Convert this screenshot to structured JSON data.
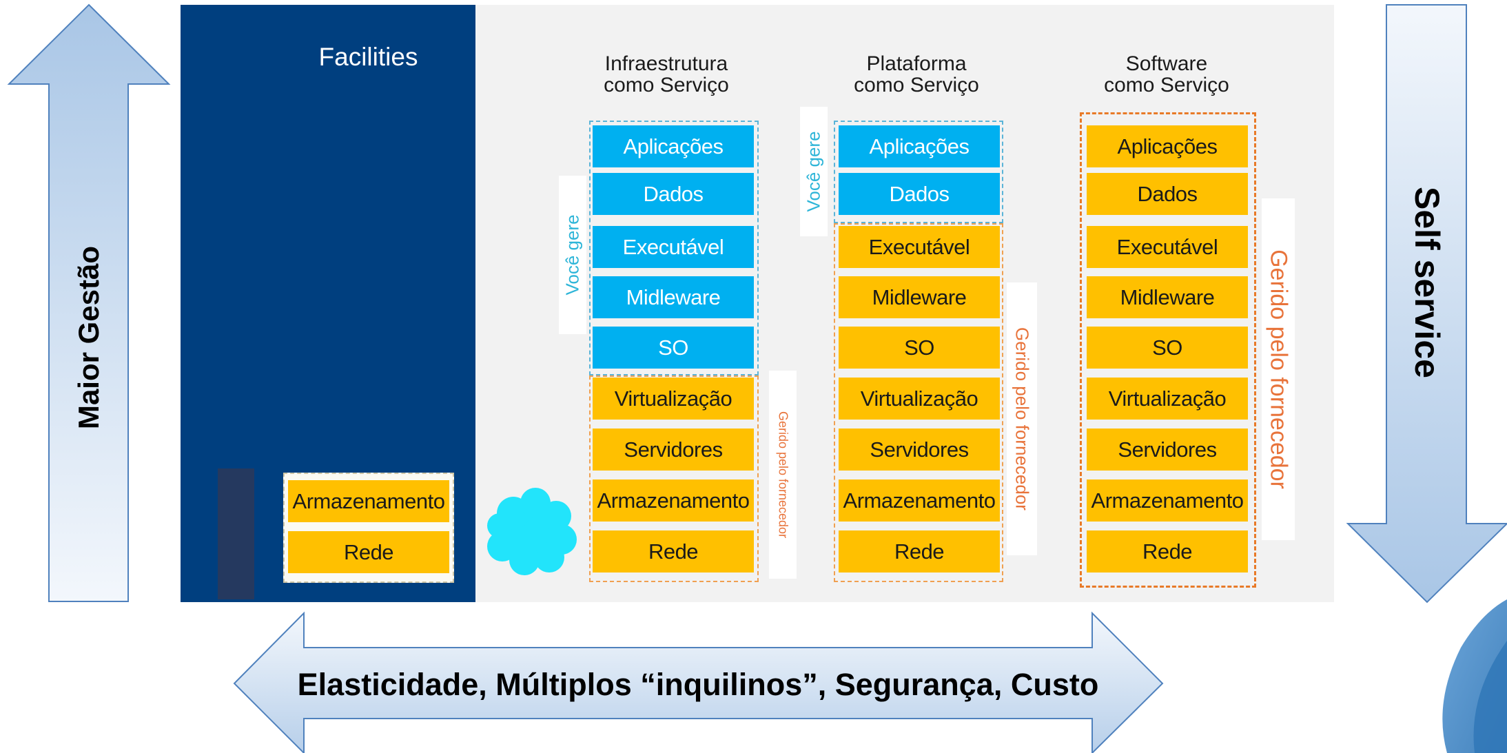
{
  "facilities": {
    "title": "Facilities",
    "boxes": [
      "Armazenamento",
      "Rede"
    ]
  },
  "columns": [
    {
      "title_line1": "Infraestrutura",
      "title_line2": "como Serviço",
      "user_label": "Você gere",
      "provider_label": "Gerido pelo fornecedor",
      "layers": [
        "Aplicações",
        "Dados",
        "Executável",
        "Midleware",
        "SO",
        "Virtualização",
        "Servidores",
        "Armazenamento",
        "Rede"
      ],
      "user_managed_count": 5
    },
    {
      "title_line1": "Plataforma",
      "title_line2": "como Serviço",
      "user_label": "Você gere",
      "provider_label": "Gerido pelo fornecedor",
      "layers": [
        "Aplicações",
        "Dados",
        "Executável",
        "Midleware",
        "SO",
        "Virtualização",
        "Servidores",
        "Armazenamento",
        "Rede"
      ],
      "user_managed_count": 2
    },
    {
      "title_line1": "Software",
      "title_line2": "como Serviço",
      "provider_label": "Gerido pelo fornecedor",
      "layers": [
        "Aplicações",
        "Dados",
        "Executável",
        "Midleware",
        "SO",
        "Virtualização",
        "Servidores",
        "Armazenamento",
        "Rede"
      ],
      "user_managed_count": 0
    }
  ],
  "arrows": {
    "left": "Maior Gestão",
    "right": "Self service",
    "bottom": "Elasticidade, Múltiplos “inquilinos”, Segurança, Custo"
  },
  "colors": {
    "facilities_bg": "#003f7f",
    "user_managed": "#00b0f0",
    "provider_managed": "#ffc000",
    "arrow_light": "#dbe8f6",
    "arrow_dark": "#a9c6e6",
    "arrow_border": "#4f81bd"
  },
  "icons": [
    "cloud-icon"
  ]
}
